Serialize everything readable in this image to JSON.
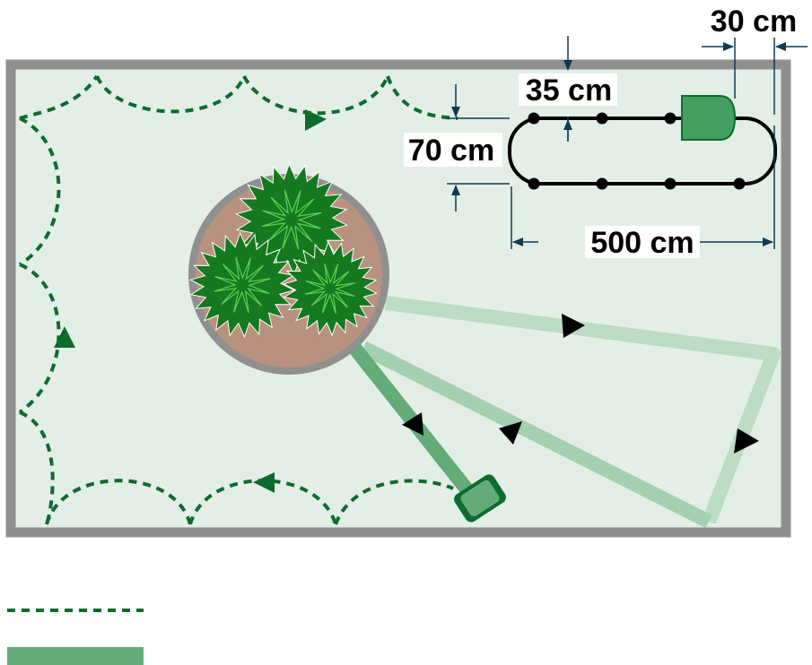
{
  "dimensions": {
    "length_label": "500 cm",
    "width_label": "70 cm",
    "wire_spacing_label": "35 cm",
    "dock_offset_label": "30 cm"
  },
  "colors": {
    "lawn": "#e3efe6",
    "border": "#8f8f8f",
    "random_path": "#0e6b2e",
    "systematic_path": "#63ab79",
    "pot_rim": "#8f8f8f",
    "pot_soil": "#b8917f",
    "plant": "#14791f",
    "mower_body": "#439f5f",
    "dimension_arrow": "#0f3a55",
    "wire": "#000000"
  },
  "legend": [
    {
      "style": "dashed",
      "label": ""
    },
    {
      "style": "solid",
      "label": ""
    }
  ]
}
